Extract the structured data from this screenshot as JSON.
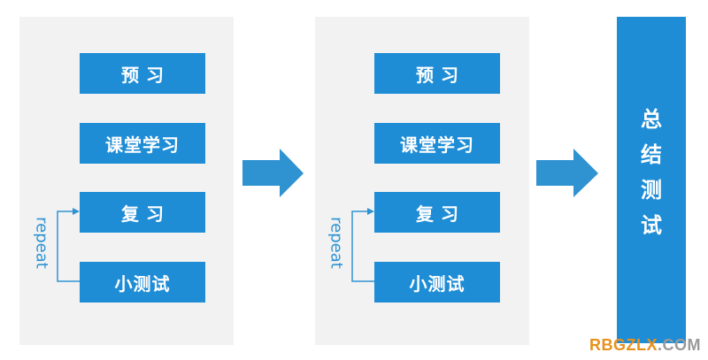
{
  "stages": [
    {
      "steps": [
        "预习",
        "课堂学习",
        "复习",
        "小测试"
      ],
      "loop_label": "repeat"
    },
    {
      "steps": [
        "预习",
        "课堂学习",
        "复习",
        "小测试"
      ],
      "loop_label": "repeat"
    }
  ],
  "final_stage": {
    "chars": [
      "总",
      "结",
      "测",
      "试"
    ]
  },
  "watermark": "RBGZLX.COM",
  "colors": {
    "box_fill": "#1f8dd6",
    "arrow_fill": "#2f93d2",
    "panel_bg": "#f2f2f2",
    "box_text": "#ffffff",
    "watermark_orange": "#e8901c",
    "watermark_gray": "#9a9a9a"
  }
}
